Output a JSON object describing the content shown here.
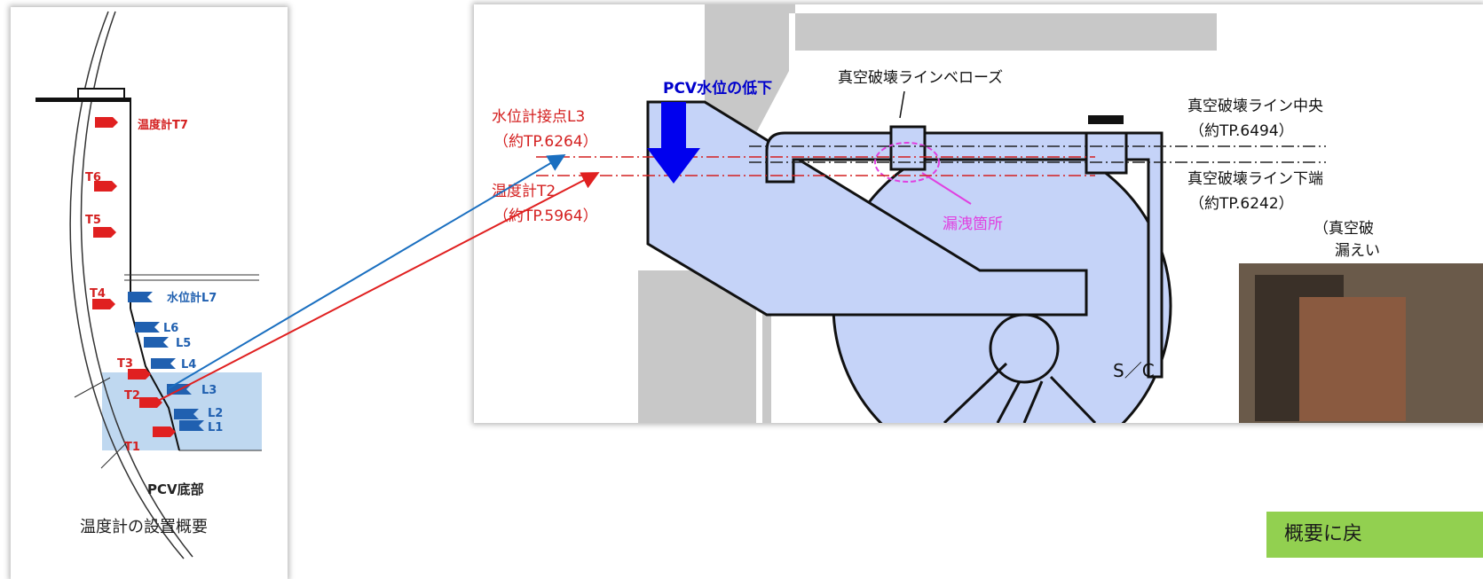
{
  "left_diagram": {
    "sensor_t7": "温度計T7",
    "sensor_t6": "T6",
    "sensor_t5": "T5",
    "sensor_t4": "T4",
    "sensor_t3": "T3",
    "sensor_t2": "T2",
    "sensor_t1": "T1",
    "gauge_l7": "水位計L7",
    "gauge_l6": "L6",
    "gauge_l5": "L5",
    "gauge_l4": "L4",
    "gauge_l3": "L3",
    "gauge_l2": "L2",
    "gauge_l1": "L1",
    "bottom_label": "PCV底部",
    "caption": "温度計の設置概要"
  },
  "right_diagram": {
    "pcv_level_drop": "PCV水位の低下",
    "l3_contact": "水位計接点L3",
    "l3_tp": "（約TP.6264）",
    "t2_label": "温度計T2",
    "t2_tp": "（約TP.5964）",
    "bellows": "真空破壊ラインベローズ",
    "line_center": "真空破壊ライン中央",
    "line_center_tp": "（約TP.6494）",
    "line_bottom": "真空破壊ライン下端",
    "line_bottom_tp": "（約TP.6242）",
    "leak_point": "漏洩箇所",
    "photo_caption_1": "（真空破",
    "photo_caption_2": "漏えい",
    "sc_label": "S／C"
  },
  "nav": {
    "back_label": "概要に戻"
  },
  "colors": {
    "water": "#c5d3f8",
    "red": "#e02020",
    "blue_arrow": "#0000ee",
    "leak": "#e040e0",
    "button": "#92d050"
  }
}
